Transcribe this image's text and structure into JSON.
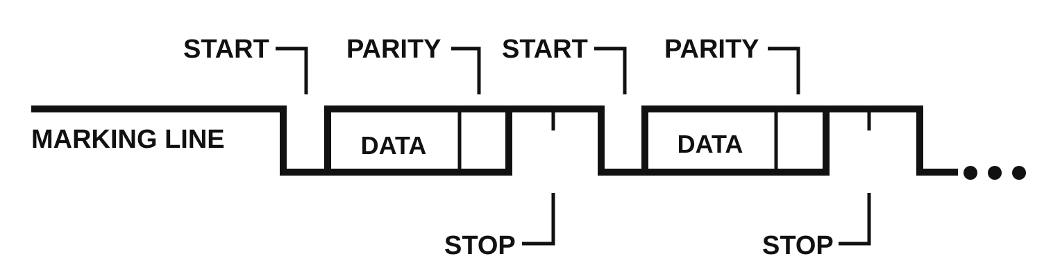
{
  "diagram": {
    "line_label": "MARKING LINE",
    "frames": [
      {
        "start_label": "START",
        "parity_label": "PARITY",
        "data_label": "DATA",
        "stop_label": "STOP"
      },
      {
        "start_label": "START",
        "parity_label": "PARITY",
        "data_label": "DATA",
        "stop_label": "STOP"
      }
    ],
    "continuation": "•••"
  }
}
